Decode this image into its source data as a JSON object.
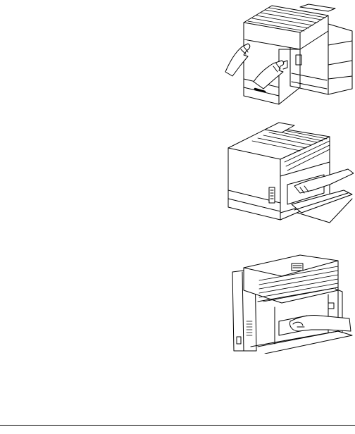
{
  "page": {
    "illustrations": [
      {
        "subject": "printer-cover-open-hands"
      },
      {
        "subject": "printer-side-door-tray-pull"
      },
      {
        "subject": "printer-rear-duplex-unit-hand"
      }
    ]
  },
  "colors": {
    "ink": "#000000",
    "paper": "#ffffff"
  }
}
